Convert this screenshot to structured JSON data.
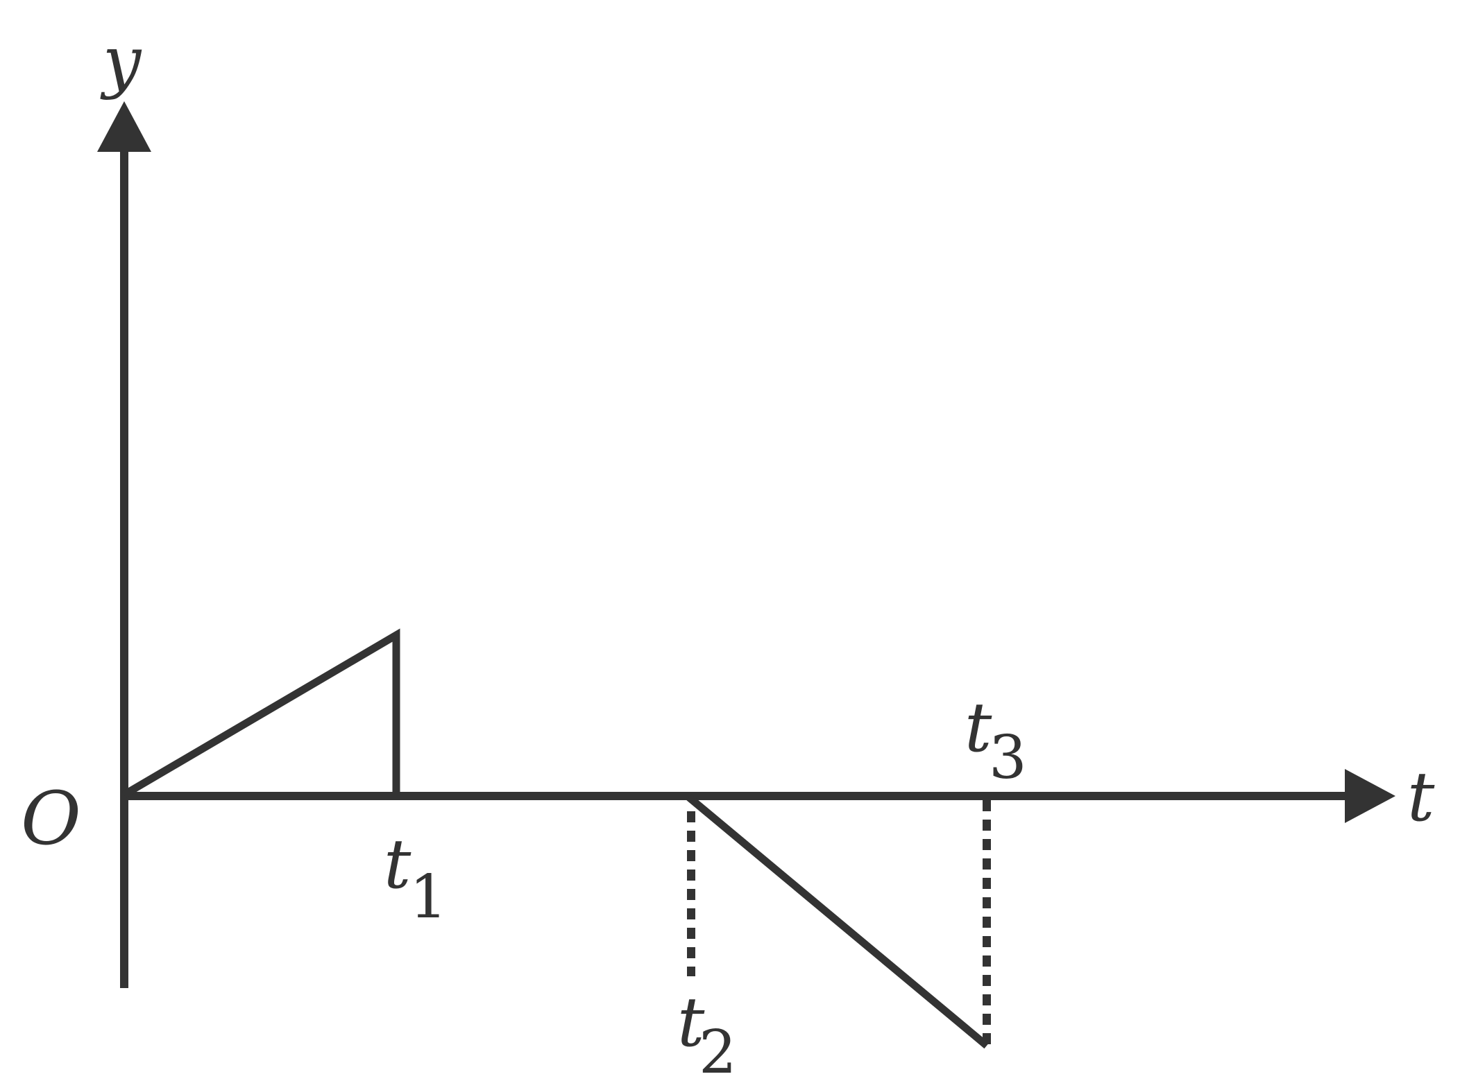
{
  "diagram": {
    "labels": {
      "y_axis": "y",
      "t_axis": "t",
      "origin": "O",
      "t1_base": "t",
      "t1_sub": "1",
      "t2_base": "t",
      "t2_sub": "2",
      "t3_base": "t",
      "t3_sub": "3"
    },
    "colors": {
      "ink": "#333333",
      "background": "#ffffff"
    }
  }
}
